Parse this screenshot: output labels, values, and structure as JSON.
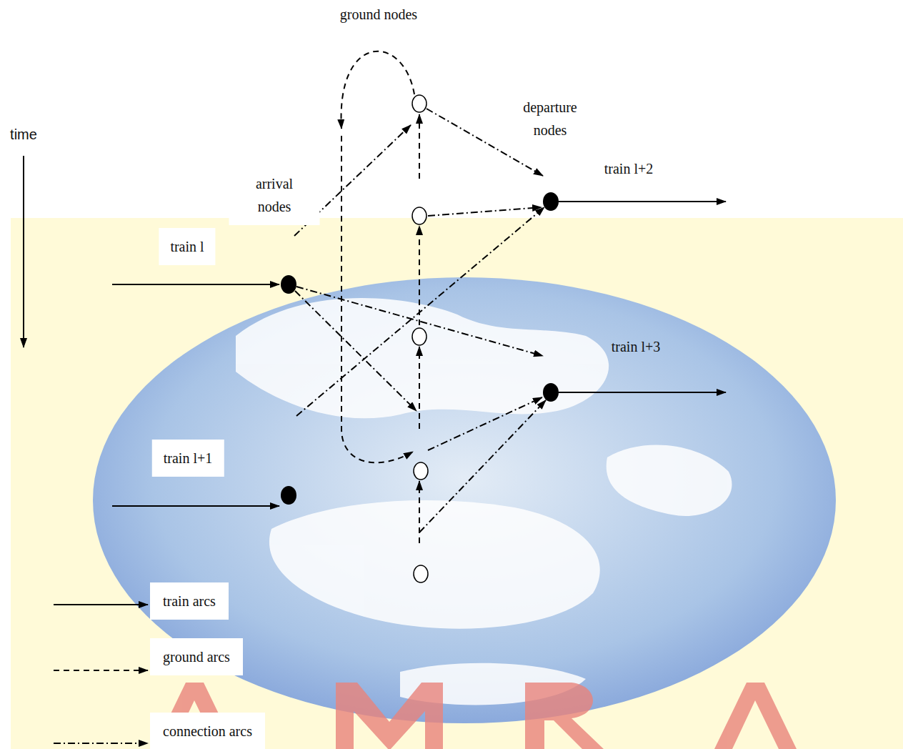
{
  "diagram": {
    "labels": [
      "ground nodes",
      "departure nodes",
      "time",
      "arrival nodes",
      "train l",
      "train l+2",
      "train l+3",
      "train l+1"
    ],
    "legend": [
      {
        "text": "train arcs"
      },
      {
        "text": "ground arcs"
      },
      {
        "text": "connection arcs"
      }
    ]
  }
}
